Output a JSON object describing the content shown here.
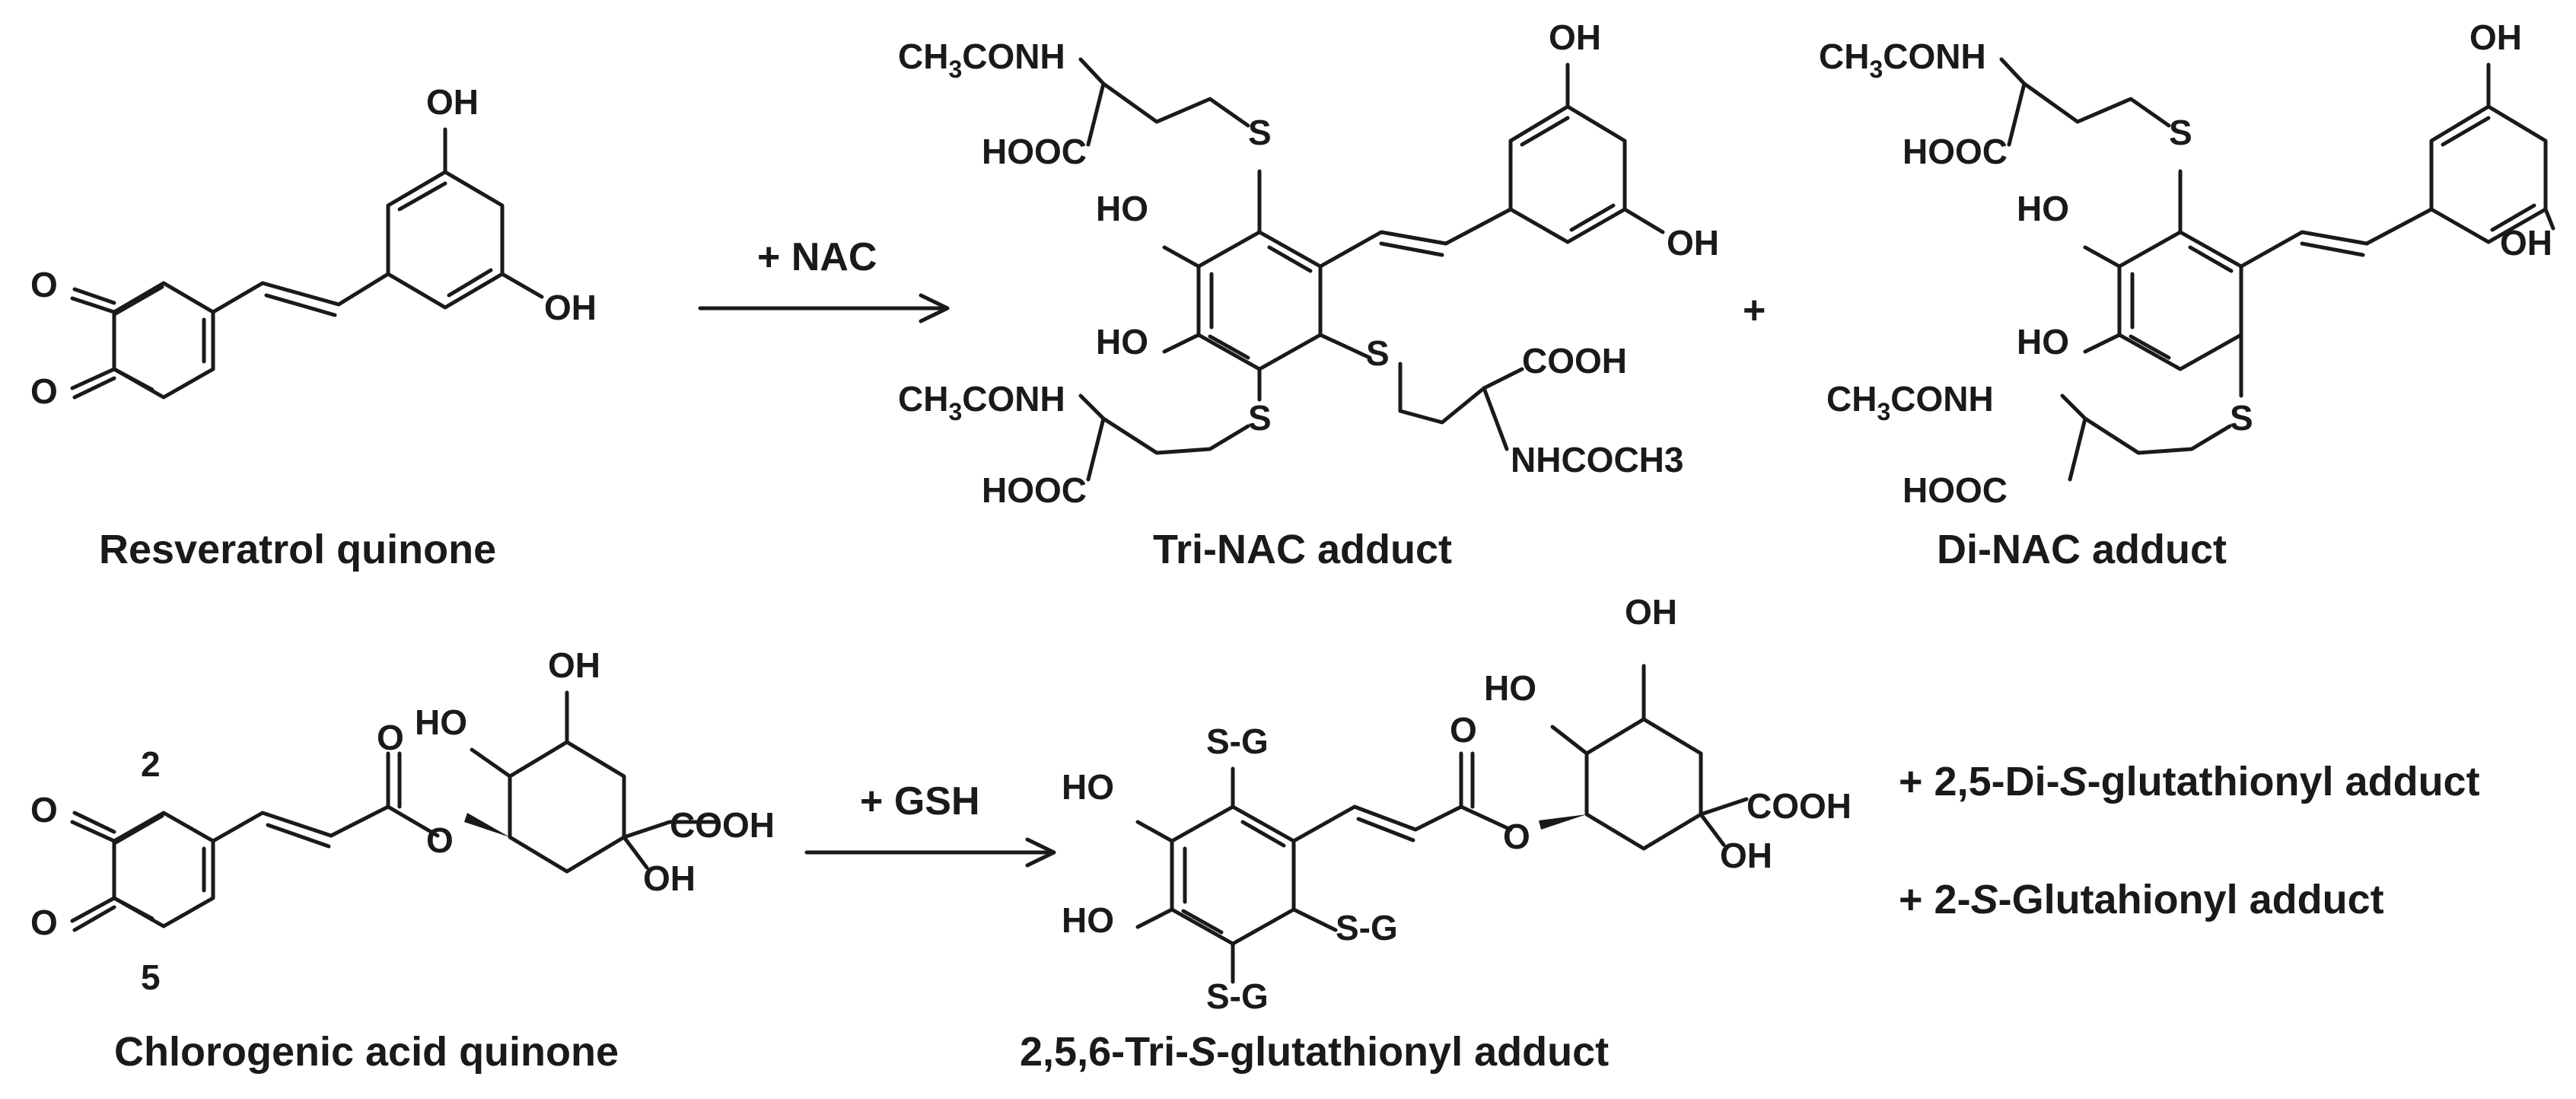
{
  "captions": {
    "resveratrol_quinone": "Resveratrol quinone",
    "tri_nac": "Tri-NAC adduct",
    "di_nac": "Di-NAC adduct",
    "chlorogenic_quinone": "Chlorogenic acid quinone",
    "tri_gsh_prefix": "2,5,6-Tri-",
    "tri_gsh_italic": "S",
    "tri_gsh_suffix": "-glutathionyl adduct"
  },
  "reagents": {
    "nac": "+ NAC",
    "gsh": "+ GSH"
  },
  "plus": "+",
  "side_products": [
    {
      "prefix": "+ 2,5-Di-",
      "italic": "S",
      "suffix": "-glutathionyl adduct"
    },
    {
      "prefix": "+ 2-",
      "italic": "S",
      "suffix": "-Glutahionyl adduct"
    }
  ],
  "labels": {
    "O": "O",
    "OH": "OH",
    "HO": "HO",
    "S": "S",
    "SG": "S-G",
    "COOH": "COOH",
    "HOOC": "HOOC",
    "CH3CONH_a": "CH",
    "CH3CONH_sub": "3",
    "CH3CONH_b": "CONH",
    "NHCOCH3": "NHCOCH3",
    "pos2": "2",
    "pos5": "5"
  }
}
